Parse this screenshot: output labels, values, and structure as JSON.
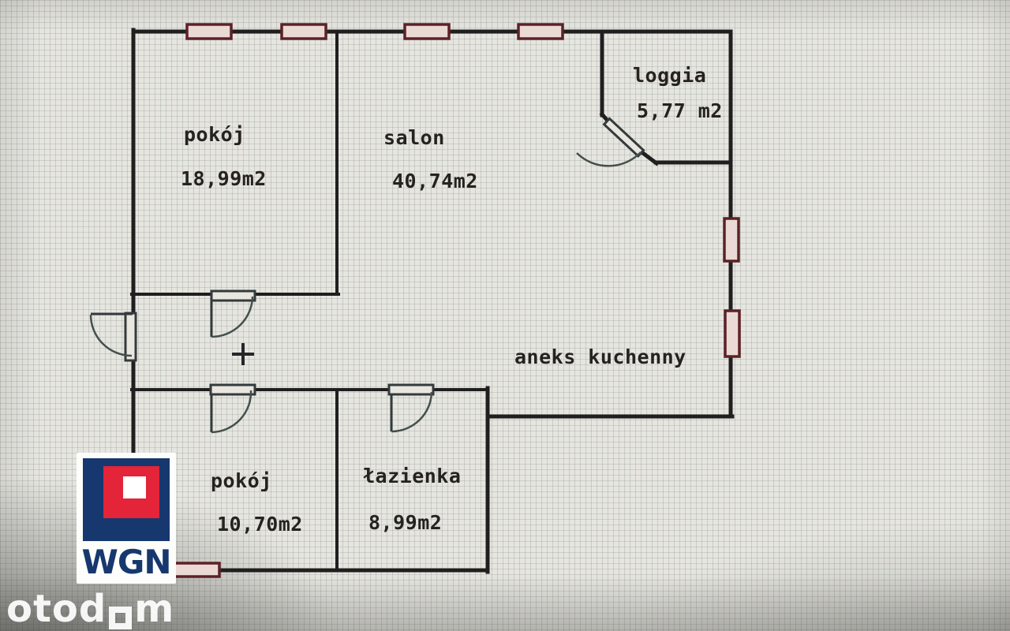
{
  "plan": {
    "type": "apartment-floor-plan",
    "rooms": [
      {
        "name": "pokój",
        "area": "18,99m2"
      },
      {
        "name": "salon",
        "area": "40,74m2"
      },
      {
        "name": "loggia",
        "area": "5,77 m2"
      },
      {
        "name": "aneks kuchenny",
        "area": ""
      },
      {
        "name": "pokój",
        "area": "10,70m2"
      },
      {
        "name": "łazienka",
        "area": "8,99m2"
      }
    ]
  },
  "branding": {
    "agency_name": "WGN",
    "watermark": "otodom",
    "watermark_prefix": "otod",
    "watermark_suffix": "m"
  },
  "colors": {
    "wall": "#201e1f",
    "window_outline": "#5d2127",
    "window_fill": "#ead9d4",
    "door_line": "#44504d",
    "door_frame": "#343a3c",
    "paper": "#e6e5e0",
    "logo_navy": "#16386e",
    "logo_red": "#e42438",
    "watermark_white": "#ffffff"
  }
}
